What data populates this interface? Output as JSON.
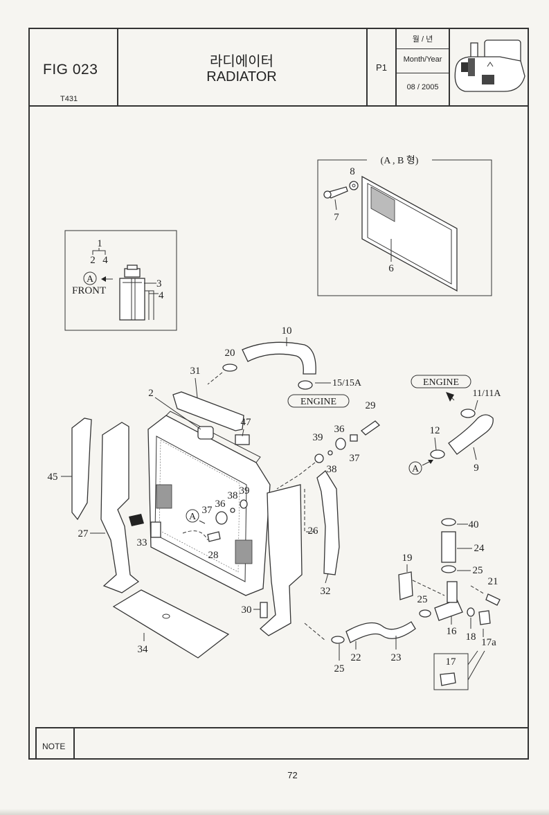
{
  "header": {
    "fig_code": "FIG 023",
    "model_code": "T431",
    "title_korean": "라디에이터",
    "title_english": "RADIATOR",
    "page_code": "P1",
    "date_label_korean": "월 / 년",
    "date_label_english": "Month/Year",
    "date_value": "08 / 2005",
    "thumbnail_icon": "tractor-icon"
  },
  "diagram": {
    "inset_front": {
      "ref_1": "1",
      "ref_2": "2",
      "ref_4": "4",
      "marker": "A",
      "front_label": "FRONT",
      "ref_3": "3",
      "ref_4b": "4"
    },
    "inset_screen": {
      "type_label": "(A , B 형)",
      "ref_8": "8",
      "ref_7": "7",
      "ref_6": "6"
    },
    "engine_labels": [
      "ENGINE",
      "ENGINE"
    ],
    "marker_labels": [
      "A",
      "A"
    ],
    "callouts": {
      "c10": "10",
      "c20": "20",
      "c15": "15/15A",
      "c31": "31",
      "c2": "2",
      "c29": "29",
      "c36a": "36",
      "c39a": "39",
      "c37a": "37",
      "c38a": "38",
      "c47": "47",
      "c45": "45",
      "c38b": "38",
      "c39b": "39",
      "c36b": "36",
      "c37b": "37",
      "c26": "26",
      "c27": "27",
      "c33": "33",
      "c28": "28",
      "c32": "32",
      "c30": "30",
      "c34": "34",
      "c11": "11/11A",
      "c12": "12",
      "c9": "9",
      "c40": "40",
      "c24": "24",
      "c25a": "25",
      "c19": "19",
      "c21": "21",
      "c25b": "25",
      "c16": "16",
      "c18": "18",
      "c17a": "17a",
      "c22": "22",
      "c23": "23",
      "c25c": "25",
      "c17": "17"
    }
  },
  "note": {
    "label": "NOTE",
    "text": ""
  },
  "footer": {
    "page_number": "72"
  }
}
